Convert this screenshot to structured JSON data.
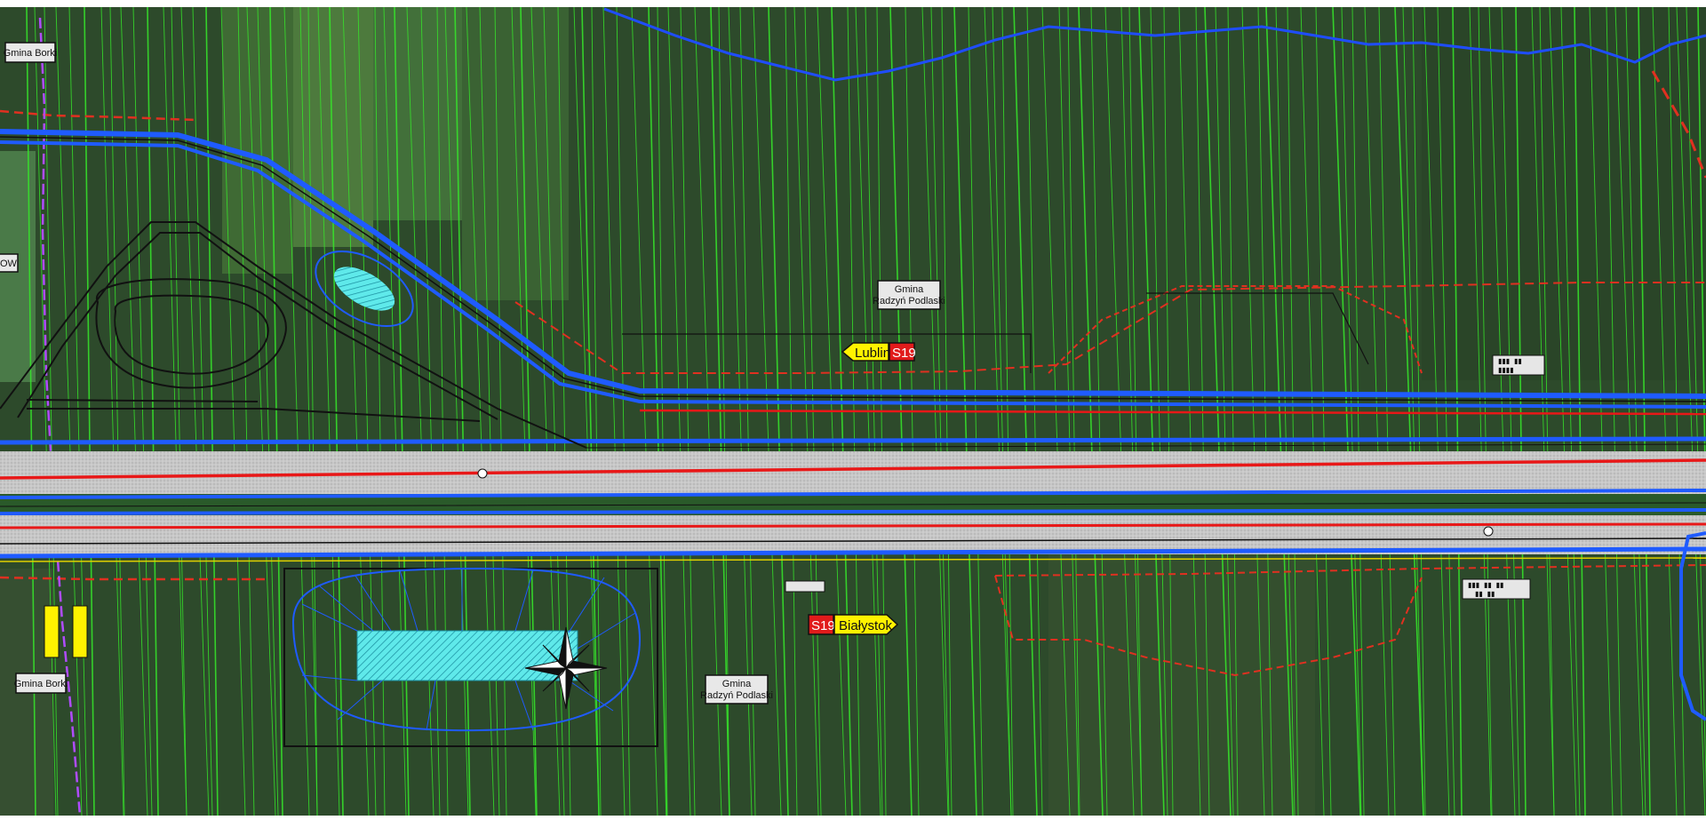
{
  "map": {
    "municipality_labels": [
      {
        "id": "borki-top",
        "text": "Gmina Borki"
      },
      {
        "id": "borki-bottom",
        "text": "Gmina Borki"
      },
      {
        "id": "radzyn-top",
        "line1": "Gmina",
        "line2": "Radzyń Podlaski"
      },
      {
        "id": "radzyn-bottom",
        "line1": "Gmina",
        "line2": "Radzyń Podlaski"
      }
    ],
    "edge_label": "OW",
    "route_signs": [
      {
        "id": "lublin",
        "city": "Lublin",
        "road": "S19",
        "direction": "left"
      },
      {
        "id": "bialystok",
        "city": "Białystok",
        "road": "S19",
        "direction": "right"
      }
    ],
    "colors": {
      "vegetation": "#2f4a2c",
      "parcel_lines": "#36e82a",
      "road_blue": "#1f5bff",
      "road_red": "#e81818",
      "boundary_red": "#e03020",
      "road_surface": "#bdbdbd",
      "sign_yellow": "#fff200",
      "sign_red": "#e11b1b",
      "basin_cyan": "#4fe3e6",
      "admin_purple": "#b04cff"
    }
  }
}
